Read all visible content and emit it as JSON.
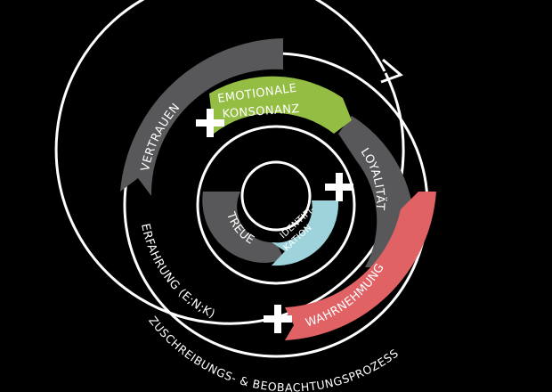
{
  "colors": {
    "background": "#000000",
    "gray": "#58585a",
    "green": "#94bd44",
    "red": "#e06265",
    "light_blue": "#9ed3dc",
    "white": "#ffffff"
  },
  "labels": {
    "vertrauen": "VERTRAUEN",
    "emotionale_line1": "EMOTIONALE",
    "emotionale_line2": "KONSONANZ",
    "loyalitaet": "LOYALITÄT",
    "treue": "TREUE",
    "identifikation_line1": "IDENTIFI-",
    "identifikation_line2": "KATION",
    "wahrnehmung": "WAHRNEHMUNG",
    "erfahrung": "ERFAHRUNG (E;N;K)",
    "prozess": "ZUSCHREIBUNGS- & BEOBACHTUNGSPROZESS"
  },
  "icons": [
    "plus-icon",
    "arrow-head-icon"
  ]
}
